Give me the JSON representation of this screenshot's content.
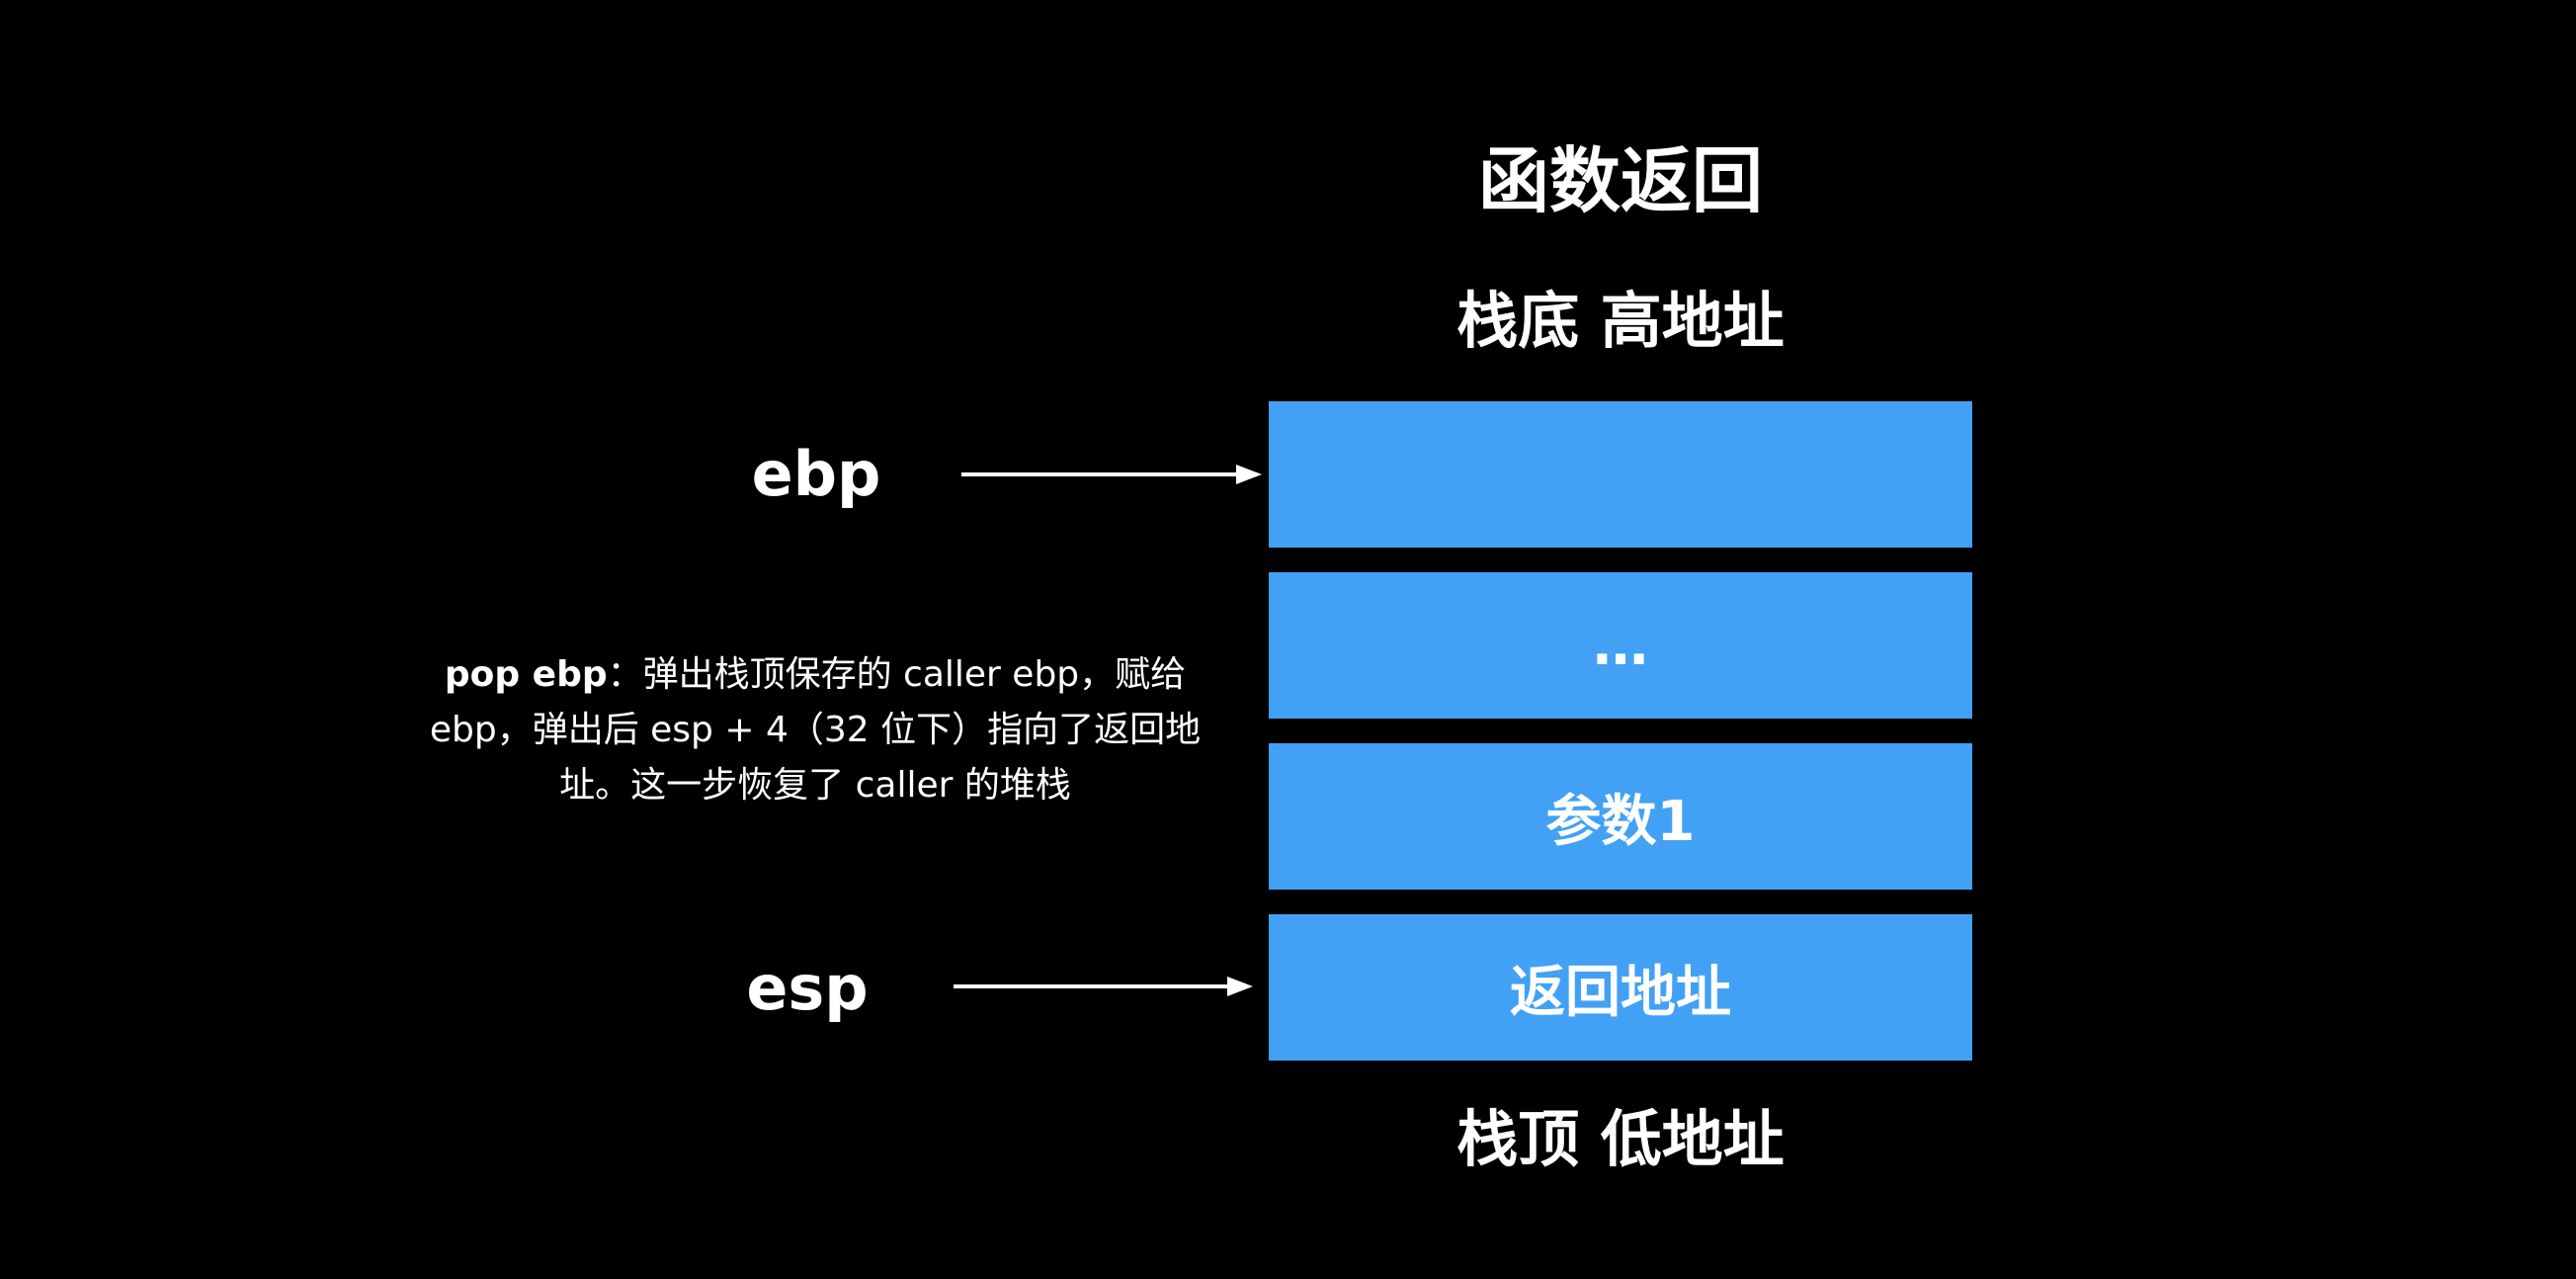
{
  "title": "函数返回",
  "stack_bottom_label": "栈底 高地址",
  "stack_top_label": "栈顶 低地址",
  "slot_color": "#42A1F5",
  "background_color": "#000000",
  "stack_slots": [
    {
      "label": ""
    },
    {
      "label": "…"
    },
    {
      "label": "参数1"
    },
    {
      "label": "返回地址"
    }
  ],
  "registers": {
    "ebp": {
      "label": "ebp",
      "points_to_slot": 0
    },
    "esp": {
      "label": "esp",
      "points_to_slot": 3
    }
  },
  "note": {
    "instruction": "pop ebp",
    "text": "：弹出栈顶保存的 caller ebp，赋给 ebp，弹出后 esp + 4（32 位下）指向了返回地址。这一步恢复了 caller 的堆栈"
  }
}
